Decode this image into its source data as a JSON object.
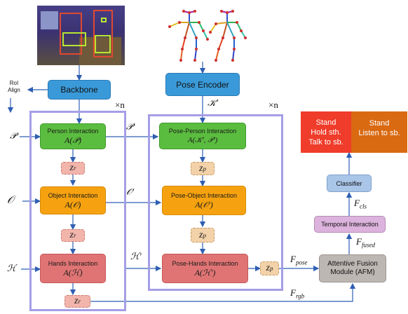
{
  "left": {
    "backbone": "Backbone",
    "roi_align": "RoI\nAlign",
    "repeat": "×n",
    "person": {
      "title": "Person Interaction",
      "formula": "A(𝒫)",
      "input": "𝒫",
      "output": "𝒫′"
    },
    "object": {
      "title": "Object Interaction",
      "formula": "A(𝒪)",
      "input": "𝒪",
      "output": "𝒪′"
    },
    "hands": {
      "title": "Hands Interaction",
      "formula": "A(ℋ)",
      "input": "ℋ",
      "output": "ℋ′"
    },
    "z_label": "z",
    "z_sub": "r"
  },
  "right": {
    "pose_encoder": "Pose Encoder",
    "k_prime": "𝒦′",
    "repeat": "×n",
    "pose_person": {
      "title": "Pose-Person Interaction",
      "formula": "A(𝒦′, 𝒫′)"
    },
    "pose_object": {
      "title": "Pose-Object Interaction",
      "formula": "A(𝒪′)"
    },
    "pose_hands": {
      "title": "Pose-Hands Interaction",
      "formula": "A(ℋ′)"
    },
    "z_label": "z",
    "z_sub": "p"
  },
  "fusion": {
    "afm": "Attentive Fusion\nModule (AFM)",
    "temporal": "Temporal Interaction",
    "classifier": "Classifier",
    "f_pose": "F",
    "f_pose_sub": "pose",
    "f_rgb": "F",
    "f_rgb_sub": "rgb",
    "f_fused": "F",
    "f_fused_sub": "fused",
    "f_cls": "F",
    "f_cls_sub": "cls"
  },
  "outputs": {
    "red": "Stand\nHold sth.\nTalk to sb.",
    "orange": "Stand\nListen to sb."
  },
  "colors": {
    "blue_box": "#3a9ad9",
    "frame": "#a59ee6",
    "arrow": "#2f5fb3",
    "green": "#5bbd3f",
    "orange": "#f6a210",
    "red": "#e07474",
    "output_red": "#f03c2a",
    "output_orange": "#d96a12"
  }
}
